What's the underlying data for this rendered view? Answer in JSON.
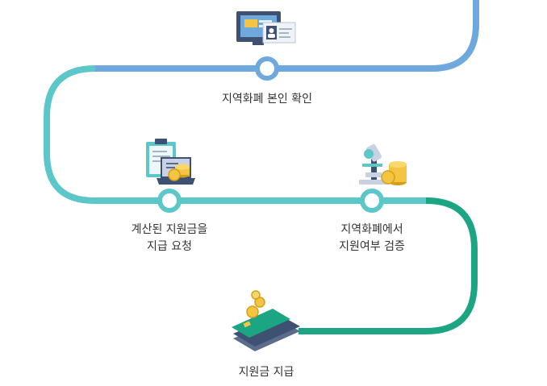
{
  "colors": {
    "path_blue": "#6fa8dc",
    "path_teal": "#5cc7c9",
    "path_green": "#1ba583",
    "node_fill": "#ffffff",
    "text": "#333333"
  },
  "steps": [
    {
      "id": "identity-check",
      "icon": "monitor-id-card-icon",
      "lines": [
        "지역화폐 본인 확인"
      ]
    },
    {
      "id": "request-payment",
      "icon": "clipboard-laptop-coins-icon",
      "lines": [
        "계산된 지원금을",
        "지급 요청"
      ]
    },
    {
      "id": "verify-eligibility",
      "icon": "microscope-coins-icon",
      "lines": [
        "지역화폐에서",
        "지원여부 검증"
      ]
    },
    {
      "id": "payout",
      "icon": "card-coins-icon",
      "lines": [
        "지원금 지급"
      ]
    }
  ]
}
